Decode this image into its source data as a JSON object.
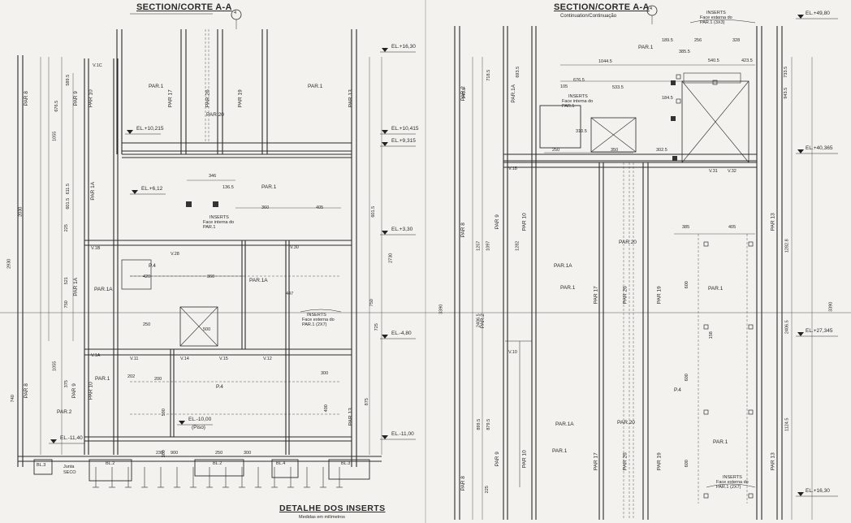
{
  "left": {
    "title": "SECTION/CORTE A-A",
    "axis": "4",
    "elevations": [
      "EL.+16,30",
      "EL.+10,415",
      "EL.+9,315",
      "EL.+10,215",
      "EL.+6,12",
      "EL.+3,30",
      "EL.-4,80",
      "EL.-10,00",
      "(Piso)",
      "EL.-11,40",
      "EL.-11,00"
    ],
    "pars_v": [
      "PAR 8",
      "PAR 9",
      "PAR 10",
      "PAR 17",
      "PAR 26",
      "PAR 19",
      "PAR 13",
      "PAR 1A",
      "PAR 1A",
      "PAR 9",
      "PAR 10",
      "PAR 8",
      "PAR 13"
    ],
    "pars_h": [
      "PAR.1",
      "PAR.20",
      "PAR.1",
      "PAR.1",
      "P.4",
      "PAR.1A",
      "PAR.1A",
      "PAR.1",
      "P.4",
      "PAR.2"
    ],
    "dims_v": [
      "676.5",
      "589.5",
      "1055",
      "601.5",
      "611.5",
      "225",
      "521",
      "750",
      "740",
      "375",
      "590",
      "400",
      "875",
      "2930",
      "2030",
      "601.5",
      "2730",
      "750",
      "725",
      "300",
      "1055"
    ],
    "dims_h": [
      "346",
      "136.5",
      "360",
      "405",
      "420",
      "360",
      "447",
      "300",
      "250",
      "202",
      "200",
      "230",
      "250",
      "300",
      "900",
      "500"
    ],
    "inserts1": [
      "INSERTS",
      "Face interna do",
      "PAR.1"
    ],
    "inserts2": [
      "INSERTS",
      "Face externa do",
      "PAR.1 (2X7)"
    ],
    "vtags": [
      "V.1C",
      "V.28",
      "V.30",
      "V.11",
      "V.14",
      "V.15",
      "V.12",
      "V.1B",
      "V.1A"
    ],
    "bl": [
      "BL.3",
      "BL.2",
      "BL.2",
      "BL.4",
      "BL.3"
    ],
    "footer": "DETALHE DOS INSERTS",
    "footer_sub": "Medidas em milímetros",
    "misc": [
      "Junta",
      "SECO"
    ]
  },
  "right": {
    "title": "SECTION/CORTE A-A",
    "subtitle": "Continuation/Continuação",
    "axis": "4",
    "elevations": [
      "EL.+49,80",
      "EL.+40,365",
      "EL.+27,345",
      "EL.+16,30"
    ],
    "pars_v": [
      "PAR.2",
      "PAR.1A",
      "PAR 8",
      "PAR 9",
      "PAR 10",
      "PAR.2",
      "PAR 8",
      "PAR 9",
      "PAR 10",
      "PAR 17",
      "PAR 26",
      "PAR 19",
      "PAR 13",
      "PAR 17",
      "PAR 26",
      "PAR 19",
      "PAR 13"
    ],
    "pars_h": [
      "PAR.1",
      "PAR.20",
      "PAR.1",
      "PAR.1",
      "PAR.1A",
      "PAR.1A",
      "PAR.1",
      "PAR.20",
      "P.4",
      "PAR.1"
    ],
    "dims_v": [
      "943.5",
      "718.5",
      "693.5",
      "3390",
      "1257",
      "1097",
      "1282",
      "2406.5",
      "899.5",
      "879.5",
      "225",
      "3390",
      "943.5",
      "733.5",
      "1282.8",
      "2406.5",
      "1124.5",
      "600",
      "600",
      "600",
      "158"
    ],
    "dims_h": [
      "189.5",
      "256",
      "328",
      "385.5",
      "540.5",
      "423.5",
      "1044.5",
      "676.5",
      "533.5",
      "184.5",
      "105",
      "250",
      "310.5",
      "350",
      "302.5",
      "385",
      "405"
    ],
    "inserts1": [
      "INSERTS",
      "Face externa do",
      "PAR.1 (3X3)"
    ],
    "inserts2": [
      "INSERTS",
      "Face interna do",
      "PAR.1"
    ],
    "inserts3": [
      "INSERTS",
      "Face externa do",
      "PAR.1 (2X7)"
    ],
    "vtags": [
      "V.18",
      "V.31",
      "V.32",
      "V.10"
    ]
  }
}
